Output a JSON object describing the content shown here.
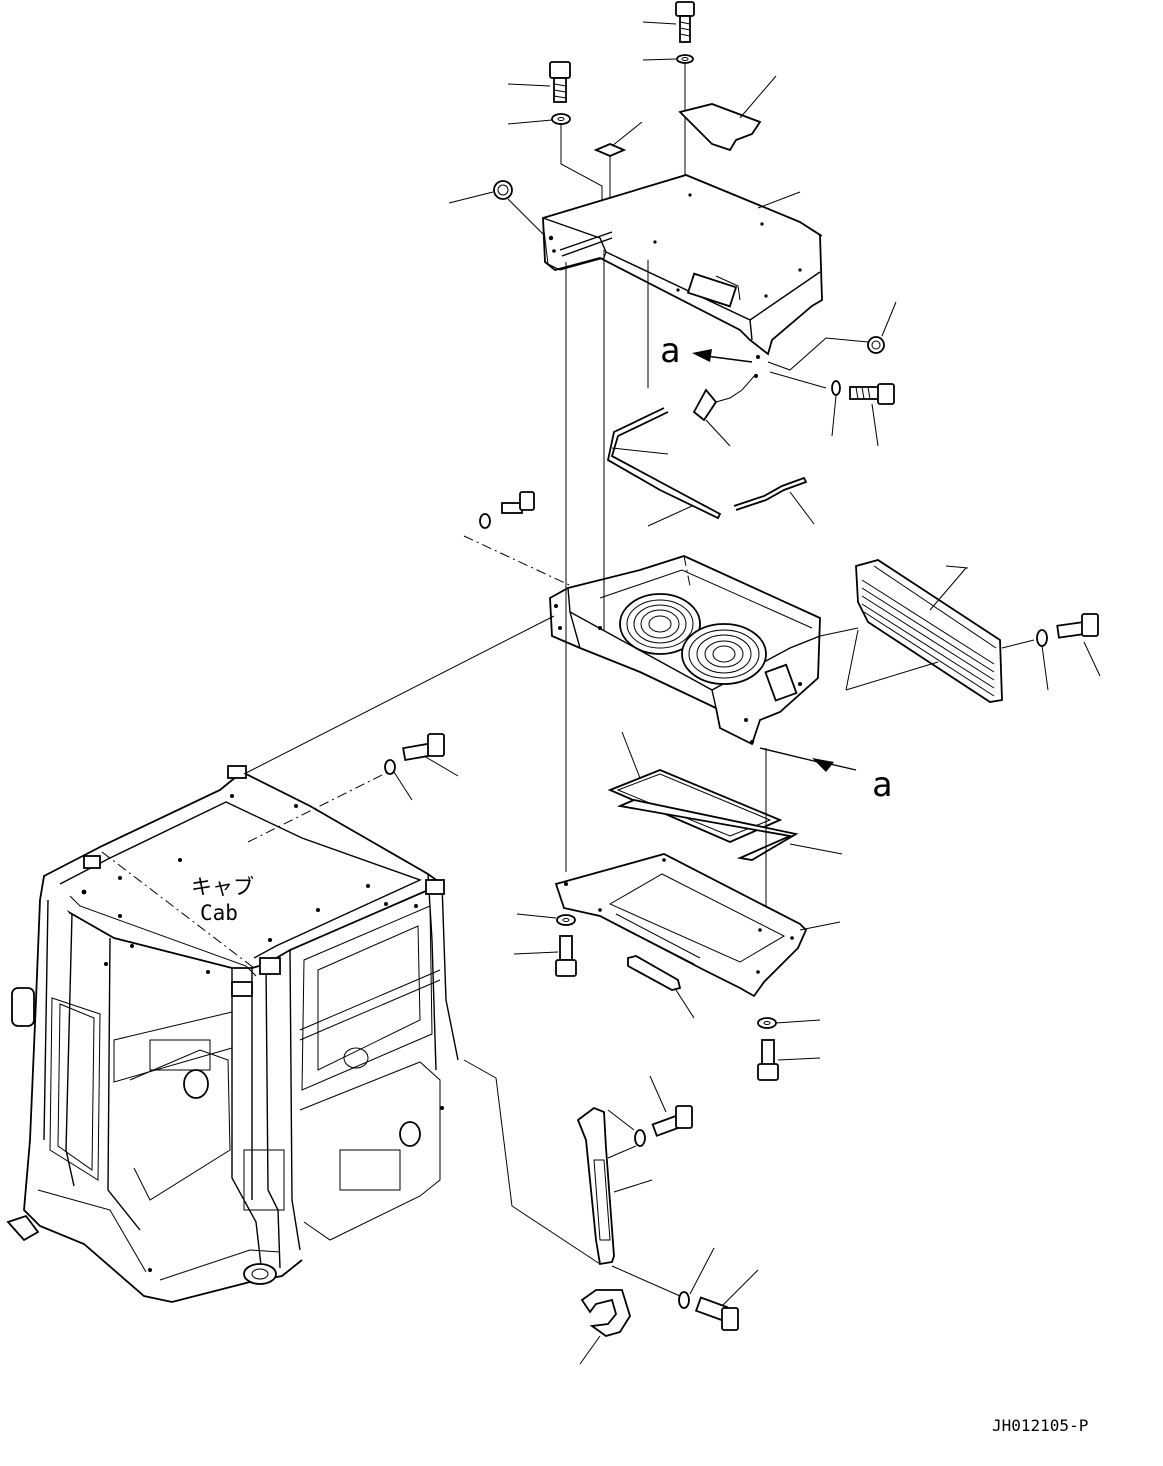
{
  "drawing": {
    "cab_label_jp": "キャブ",
    "cab_label_en": "Cab",
    "view_marker_top": "a",
    "view_marker_side": "a",
    "drawing_number": "JH012105-P"
  }
}
